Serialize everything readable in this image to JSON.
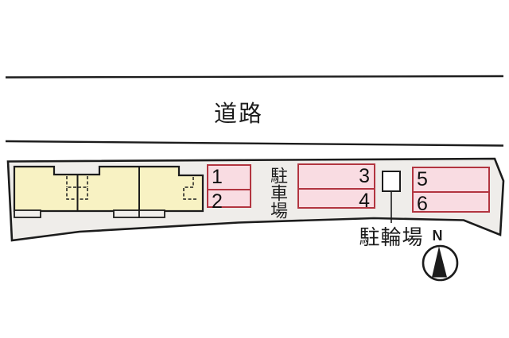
{
  "labels": {
    "road": "道路",
    "parking_lot": "駐車場",
    "bicycle_parking": "駐輪場",
    "north": "N"
  },
  "parking_spaces": [
    {
      "number": "1"
    },
    {
      "number": "2"
    },
    {
      "number": "3"
    },
    {
      "number": "4"
    },
    {
      "number": "5"
    },
    {
      "number": "6"
    }
  ],
  "colors": {
    "background": "#ffffff",
    "outline": "#1c1c1c",
    "site_fill": "#efedea",
    "building_fill": "#f8f2c3",
    "parking_fill": "#f9dce2",
    "parking_border": "#b23540"
  }
}
